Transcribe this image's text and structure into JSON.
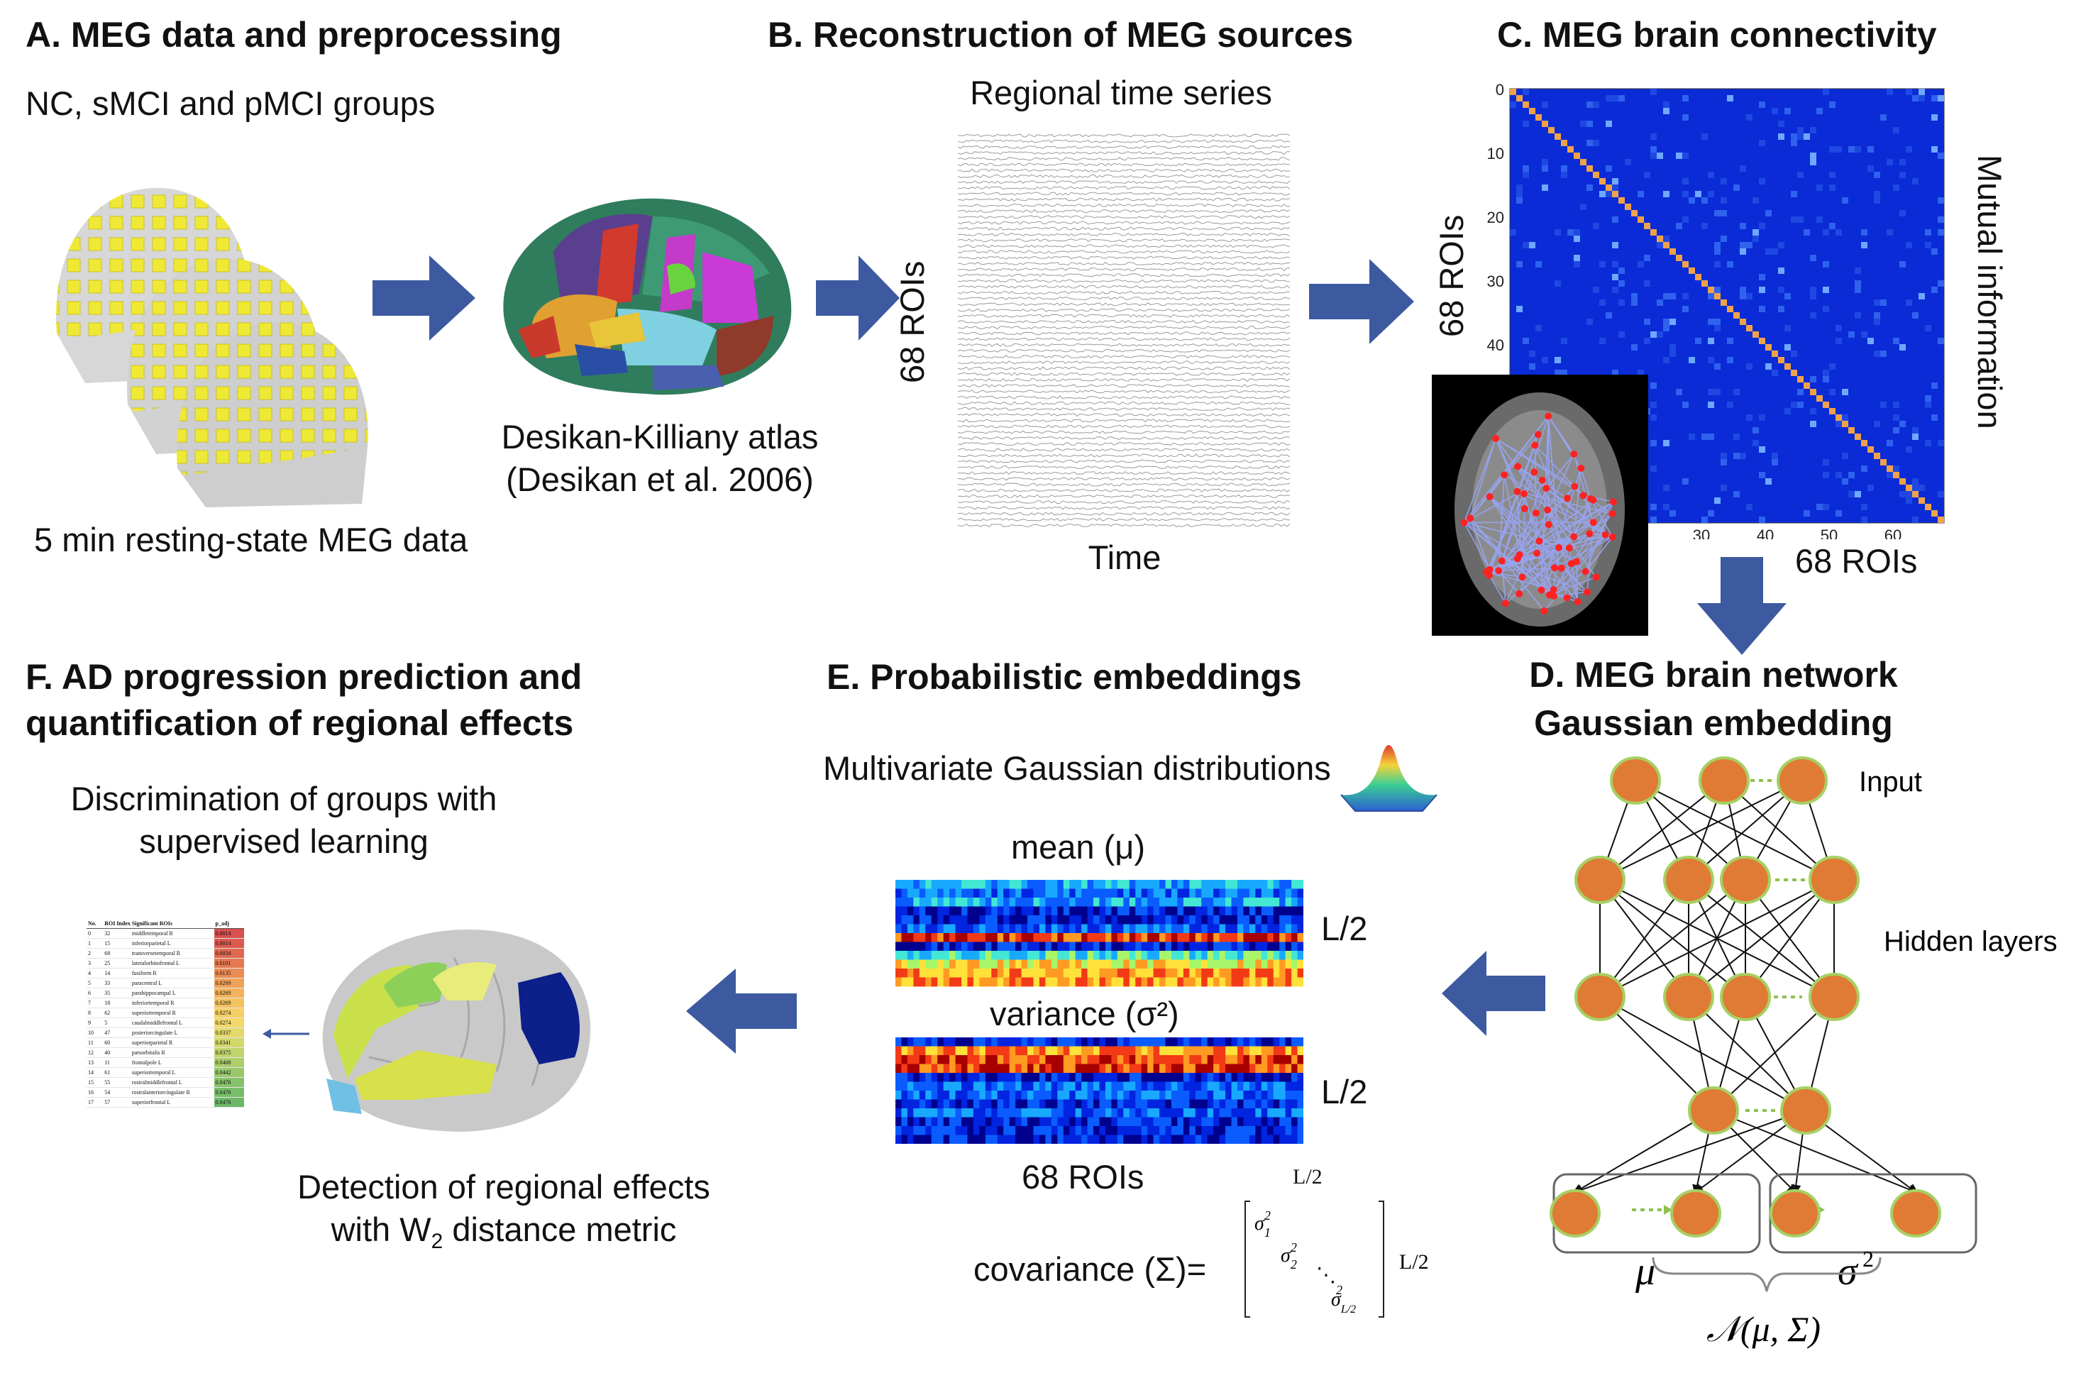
{
  "panels": {
    "a": {
      "title": "A. MEG data and preprocessing",
      "subtitle": "NC, sMCI and pMCI groups",
      "caption": "5 min resting-state MEG data"
    },
    "atlas": {
      "caption_line1": "Desikan-Killiany atlas",
      "caption_line2": "(Desikan et al. 2006)"
    },
    "b": {
      "title": "B. Reconstruction of MEG sources",
      "subtitle": "Regional time series",
      "y_label": "68 ROIs",
      "x_label": "Time"
    },
    "c": {
      "title": "C. MEG brain connectivity",
      "y_label": "68 ROIs",
      "x_label": "68 ROIs",
      "right_label": "Mutual information",
      "y_ticks": [
        "0",
        "10",
        "20",
        "30",
        "40"
      ],
      "x_ticks": [
        "30",
        "40",
        "50",
        "60"
      ]
    },
    "d": {
      "title_line1": "D. MEG brain network",
      "title_line2": "Gaussian embedding",
      "input_label": "Input",
      "hidden_label": "Hidden layers",
      "mu_symbol": "μ",
      "sigma_symbol": "σ",
      "sigma_power": "2",
      "normal_label": "𝒩(μ, Σ)"
    },
    "e": {
      "title": "E.  Probabilistic embeddings",
      "subtitle": "Multivariate Gaussian distributions",
      "mean_label": "mean (μ)",
      "variance_label": "variance (σ²)",
      "l2_top": "L/2",
      "l2_bottom": "L/2",
      "rois_label": "68 ROIs",
      "l2_small": "L/2",
      "covariance_label": "covariance (Σ)=",
      "matrix_l2": "L/2"
    },
    "f": {
      "title_line1": "F. AD progression prediction and",
      "title_line2": "quantification of regional effects",
      "subtitle_line1": "Discrimination of groups with",
      "subtitle_line2": "supervised learning",
      "caption_line1": "Detection of regional effects",
      "caption_line2_pre": "with W",
      "caption_line2_sub": "2",
      "caption_line2_post": " distance metric"
    }
  },
  "roi_table": {
    "headers": [
      "No.",
      "ROI Index",
      "Significant ROIs",
      "p_adj"
    ],
    "rows": [
      [
        "0",
        "32",
        "middletemporal R",
        "0.0014"
      ],
      [
        "1",
        "15",
        "inferiorparietal L",
        "0.0014"
      ],
      [
        "2",
        "68",
        "transversetemporal R",
        "0.0034"
      ],
      [
        "3",
        "25",
        "lateralorbitofrontal L",
        "0.0101"
      ],
      [
        "4",
        "14",
        "fusiform R",
        "0.0135"
      ],
      [
        "5",
        "33",
        "paracentral L",
        "0.0269"
      ],
      [
        "6",
        "35",
        "parahippocampal L",
        "0.0269"
      ],
      [
        "7",
        "18",
        "inferiortemporal R",
        "0.0269"
      ],
      [
        "8",
        "62",
        "superiortemporal R",
        "0.0274"
      ],
      [
        "9",
        "5",
        "caudalmiddlefrontal L",
        "0.0274"
      ],
      [
        "10",
        "47",
        "posteriorcingulate L",
        "0.0337"
      ],
      [
        "11",
        "60",
        "superiorparietal R",
        "0.0341"
      ],
      [
        "12",
        "40",
        "parsorbitalis R",
        "0.0375"
      ],
      [
        "13",
        "11",
        "frontalpole L",
        "0.0408"
      ],
      [
        "14",
        "61",
        "superiortemporal L",
        "0.0442"
      ],
      [
        "15",
        "55",
        "rostralmiddlefrontal L",
        "0.0476"
      ],
      [
        "16",
        "54",
        "rostralanteriorcingulate R",
        "0.0476"
      ],
      [
        "17",
        "57",
        "superiorfrontal L",
        "0.0476"
      ]
    ],
    "row_colors": [
      "#d94f4f",
      "#dc5a4f",
      "#e06a50",
      "#e57a52",
      "#eb8c55",
      "#f0a258",
      "#f3b35c",
      "#f5c260",
      "#f6cf64",
      "#f2d868",
      "#e4da6b",
      "#d3d86c",
      "#c0d46c",
      "#acce6b",
      "#98c86a",
      "#86c269",
      "#78bd68",
      "#6db867"
    ]
  },
  "colors": {
    "arrow": "#3d5aa0",
    "node_fill": "#e07b35",
    "node_stroke": "#a6d064",
    "heat_blue": "#0a2bd6"
  }
}
